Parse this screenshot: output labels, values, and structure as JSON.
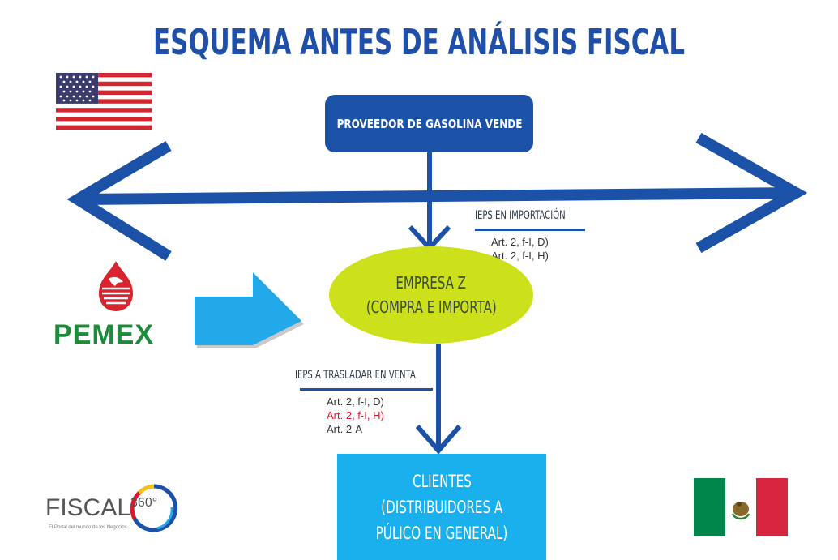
{
  "title": "ESQUEMA ANTES DE ANÁLISIS FISCAL",
  "nodes": {
    "provider": "PROVEEDOR DE GASOLINA VENDE",
    "company_line1": "EMPRESA Z",
    "company_line2": "(COMPRA E IMPORTA)",
    "clients_line1": "CLIENTES",
    "clients_line2": "(DISTRIBUIDORES A",
    "clients_line3": "PÚLICO EN GENERAL)"
  },
  "import_label": {
    "heading": "IEPS EN IMPORTACIÓN",
    "articles": [
      "Art. 2, f-I, D)",
      "Art. 2, f-I, H)"
    ]
  },
  "sale_label": {
    "heading": "IEPS A TRASLADAR EN VENTA",
    "articles": [
      "Art. 2, f-I, D)",
      "Art. 2, f-I, H)",
      "Art. 2-A"
    ]
  },
  "logos": {
    "pemex": "PEMEX",
    "fiscal": "FISCAL",
    "fiscal_sup": "360°",
    "fiscal_tagline": "El Portal del mundo de los Negocios"
  },
  "colors": {
    "title": "#1f4fa8",
    "arrow": "#1b52a8",
    "provider_box": "#1b52a8",
    "company_ellipse": "#cce11b",
    "clients_box": "#1ab0ee",
    "pemex_arrow": "#22a9ea",
    "highlight_article": "#e0162b"
  },
  "icons": [
    "usa-flag-icon",
    "mexico-flag-icon",
    "pemex-eagle-icon",
    "fiscal360-ring-icon"
  ]
}
